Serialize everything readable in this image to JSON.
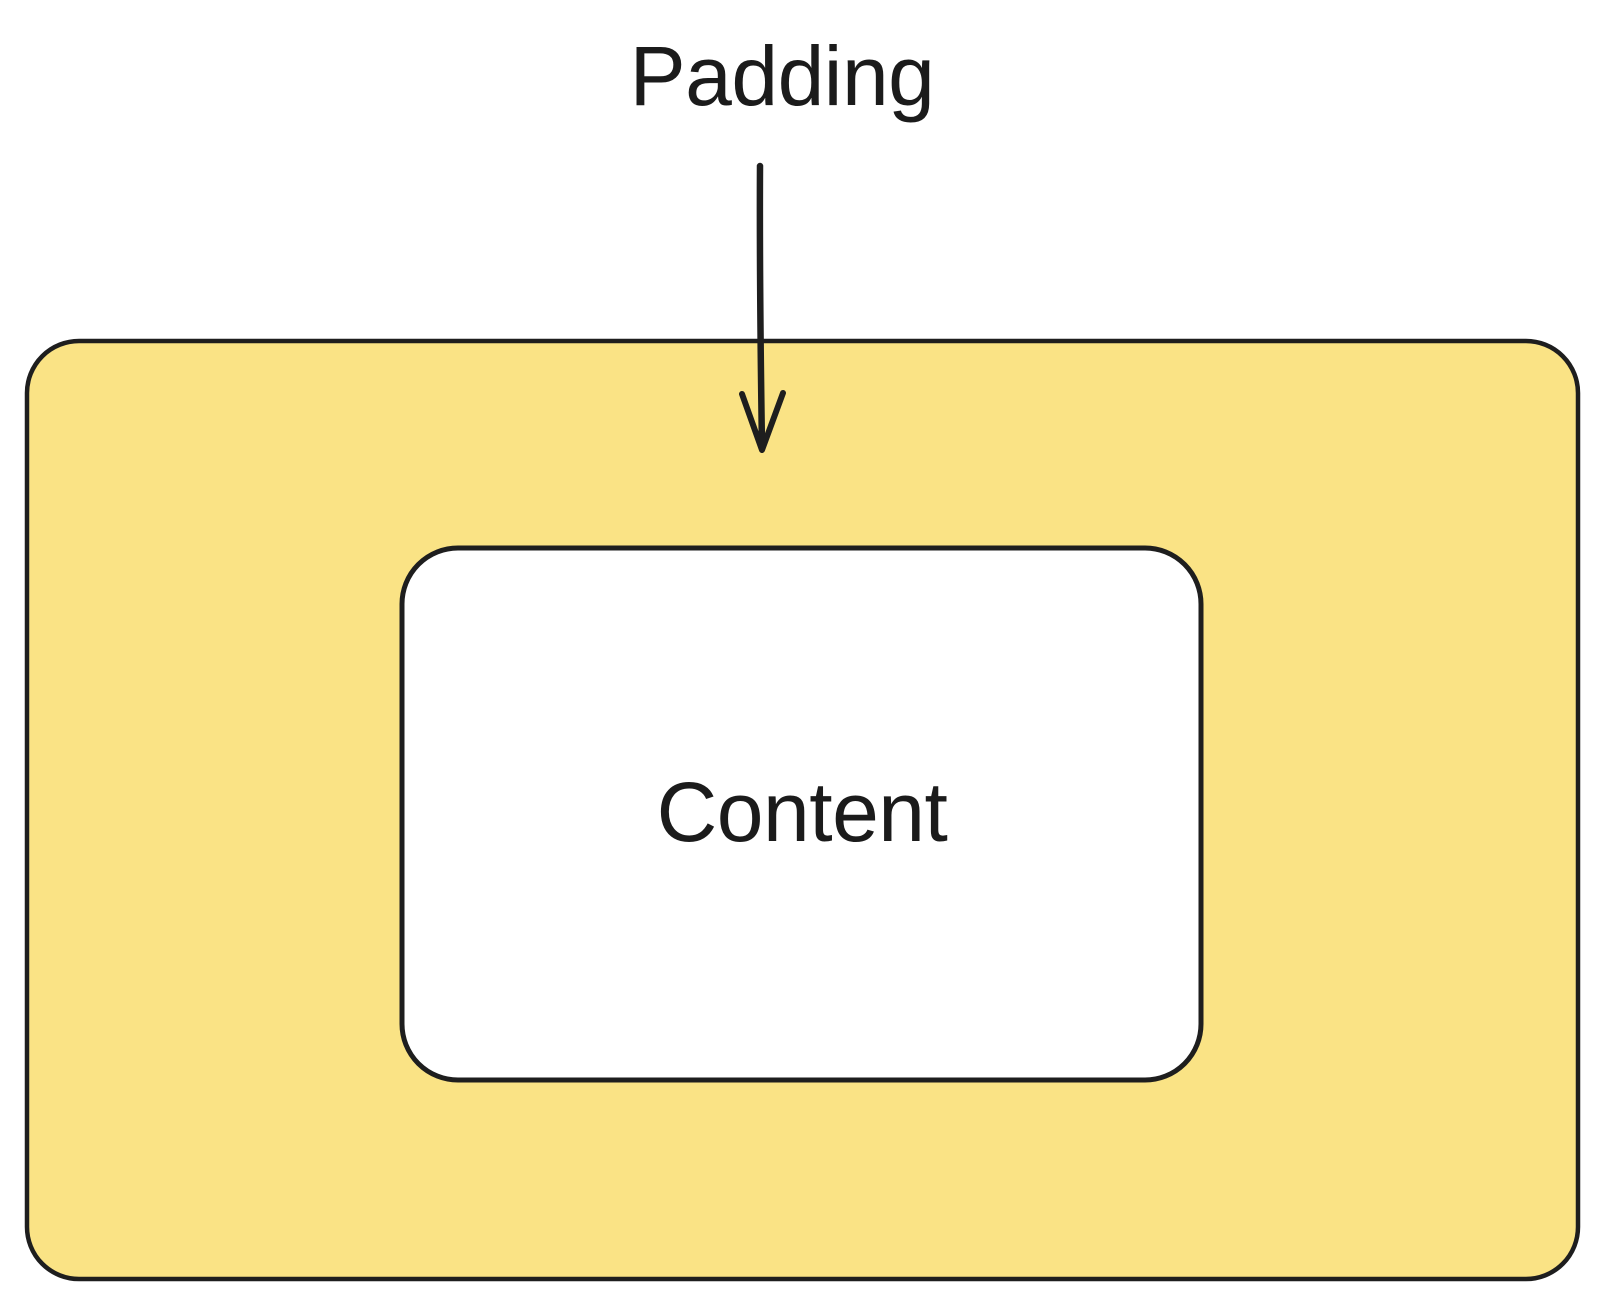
{
  "diagram": {
    "title": "Padding",
    "content_label": "Content"
  },
  "icons": {
    "arrow": "down-arrow"
  },
  "colors": {
    "padding_fill": "#FAE385",
    "content_fill": "#FFFFFF",
    "stroke": "#1E1E1E",
    "text": "#1B1B1B",
    "background": "#FFFFFF"
  }
}
